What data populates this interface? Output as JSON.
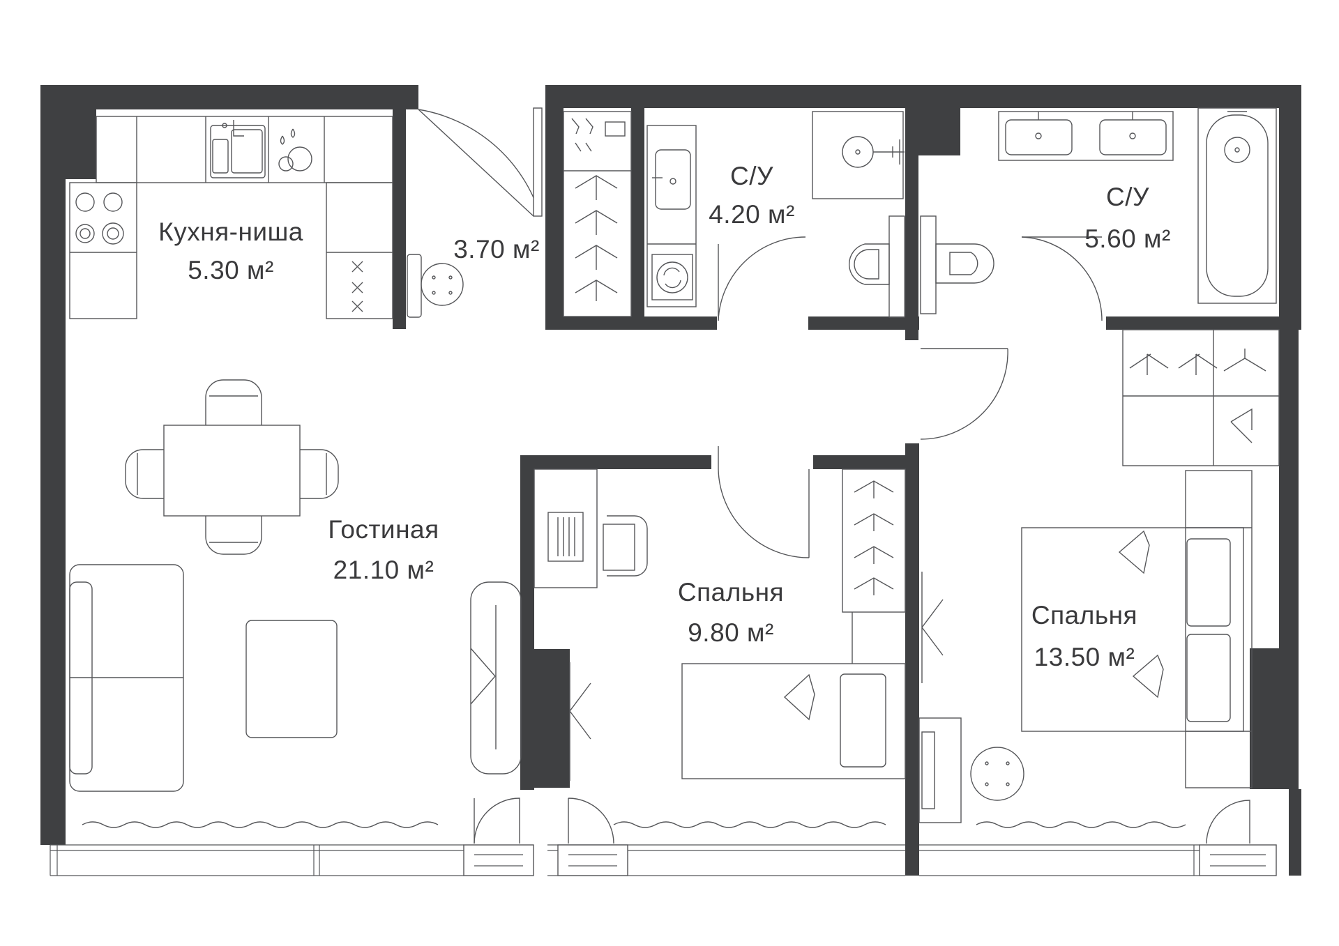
{
  "rooms": [
    {
      "name": "Кухня-ниша",
      "area": "5.30 м²"
    },
    {
      "name": "",
      "area": "3.70 м²"
    },
    {
      "name": "С/У",
      "area": "4.20 м²"
    },
    {
      "name": "С/У",
      "area": "5.60 м²"
    },
    {
      "name": "Гостиная",
      "area": "21.10 м²"
    },
    {
      "name": "Спальня",
      "area": "9.80 м²"
    },
    {
      "name": "Спальня",
      "area": "13.50 м²"
    }
  ],
  "colors": {
    "wall": "#3f4042",
    "line": "#555659",
    "text": "#3a3a3c",
    "background": "#ffffff"
  }
}
